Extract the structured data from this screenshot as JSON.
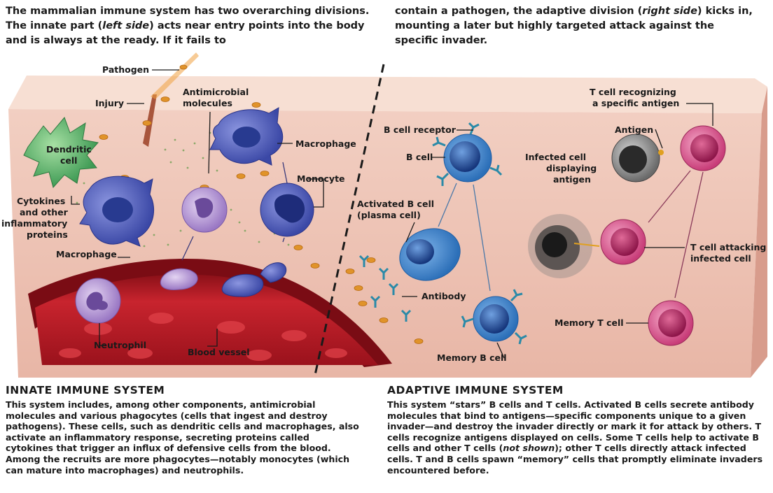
{
  "intro": {
    "left_pre": "The mammalian immune system has two overarching divisions. The innate part (",
    "left_em": "left side",
    "left_post": ") acts near entry points into the body and is always at the ready. If it fails to",
    "right_pre": "contain a pathogen, the adaptive division (",
    "right_em": "right side",
    "right_post": ") kicks in, mounting a later but highly targeted attack against the specific invader."
  },
  "labels": {
    "pathogen": "Pathogen",
    "injury": "Injury",
    "antimicrobial_1": "Antimicrobial",
    "antimicrobial_2": "molecules",
    "dendritic_1": "Dendritic",
    "dendritic_2": "cell",
    "macrophage_top": "Macrophage",
    "monocyte": "Monocyte",
    "cytokines_1": "Cytokines",
    "cytokines_2": "and other",
    "cytokines_3": "inflammatory",
    "cytokines_4": "proteins",
    "macrophage_left": "Macrophage",
    "neutrophil": "Neutrophil",
    "blood_vessel": "Blood vessel",
    "bcell_receptor": "B cell receptor",
    "bcell": "B cell",
    "activated_1": "Activated B cell",
    "activated_2": "(plasma cell)",
    "antibody": "Antibody",
    "memory_b": "Memory B cell",
    "tcell_rec_1": "T cell recognizing",
    "tcell_rec_2": "a specific antigen",
    "antigen": "Antigen",
    "infected_1": "Infected cell",
    "infected_2": "displaying",
    "infected_3": "antigen",
    "tcell_attack_1": "T cell attacking",
    "tcell_attack_2": "infected cell",
    "memory_t": "Memory T cell"
  },
  "innate": {
    "heading": "INNATE IMMUNE SYSTEM",
    "body": "This system includes, among other components, antimicrobial molecules and various phagocytes (cells that ingest and destroy pathogens). These cells, such as dendritic cells and macrophages, also activate an inflammatory response, secreting proteins called cytokines that trigger an influx of defensive cells from the blood. Among the recruits are more phagocytes—notably monocytes (which can mature into macrophages) and neutrophils."
  },
  "adaptive": {
    "heading": "ADAPTIVE IMMUNE SYSTEM",
    "body_pre": "This system “stars” B cells and T cells. Activated B cells secrete antibody molecules that bind to antigens—specific components unique to a given invader—and destroy the invader directly or mark it for attack by others. T cells recognize antigens displayed on cells. Some T cells help to activate B cells and other T cells (",
    "body_em": "not shown",
    "body_post": "); other T cells directly attack infected cells. T and B cells spawn “memory” cells that promptly eliminate invaders encountered before."
  },
  "colors": {
    "tissue": "#efc6b8",
    "tissue_top": "#f6dcd0",
    "blood_vessel": "#c0202a",
    "b_cell": "#2f7fc8",
    "t_cell": "#c83c78",
    "macrophage": "#4a58b8",
    "dendritic": "#5cb86a",
    "pathogen": "#e0932a"
  }
}
